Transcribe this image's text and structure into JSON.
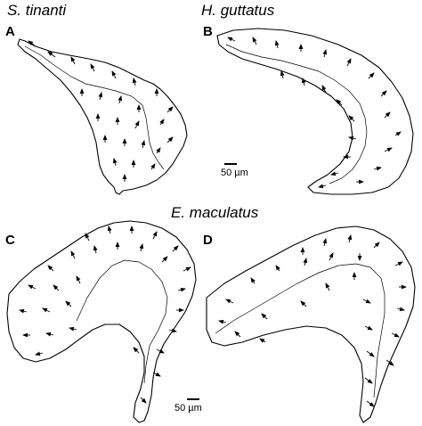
{
  "species": {
    "s_tinanti": "S. tinanti",
    "h_guttatus": "H. guttatus",
    "e_maculatus": "E. maculatus"
  },
  "panels": [
    "A",
    "B",
    "C",
    "D"
  ],
  "scale_bars": {
    "upper": "50 µm",
    "lower": "50 µm"
  },
  "colors": {
    "ink": "#000000",
    "background": "#ffffff"
  }
}
